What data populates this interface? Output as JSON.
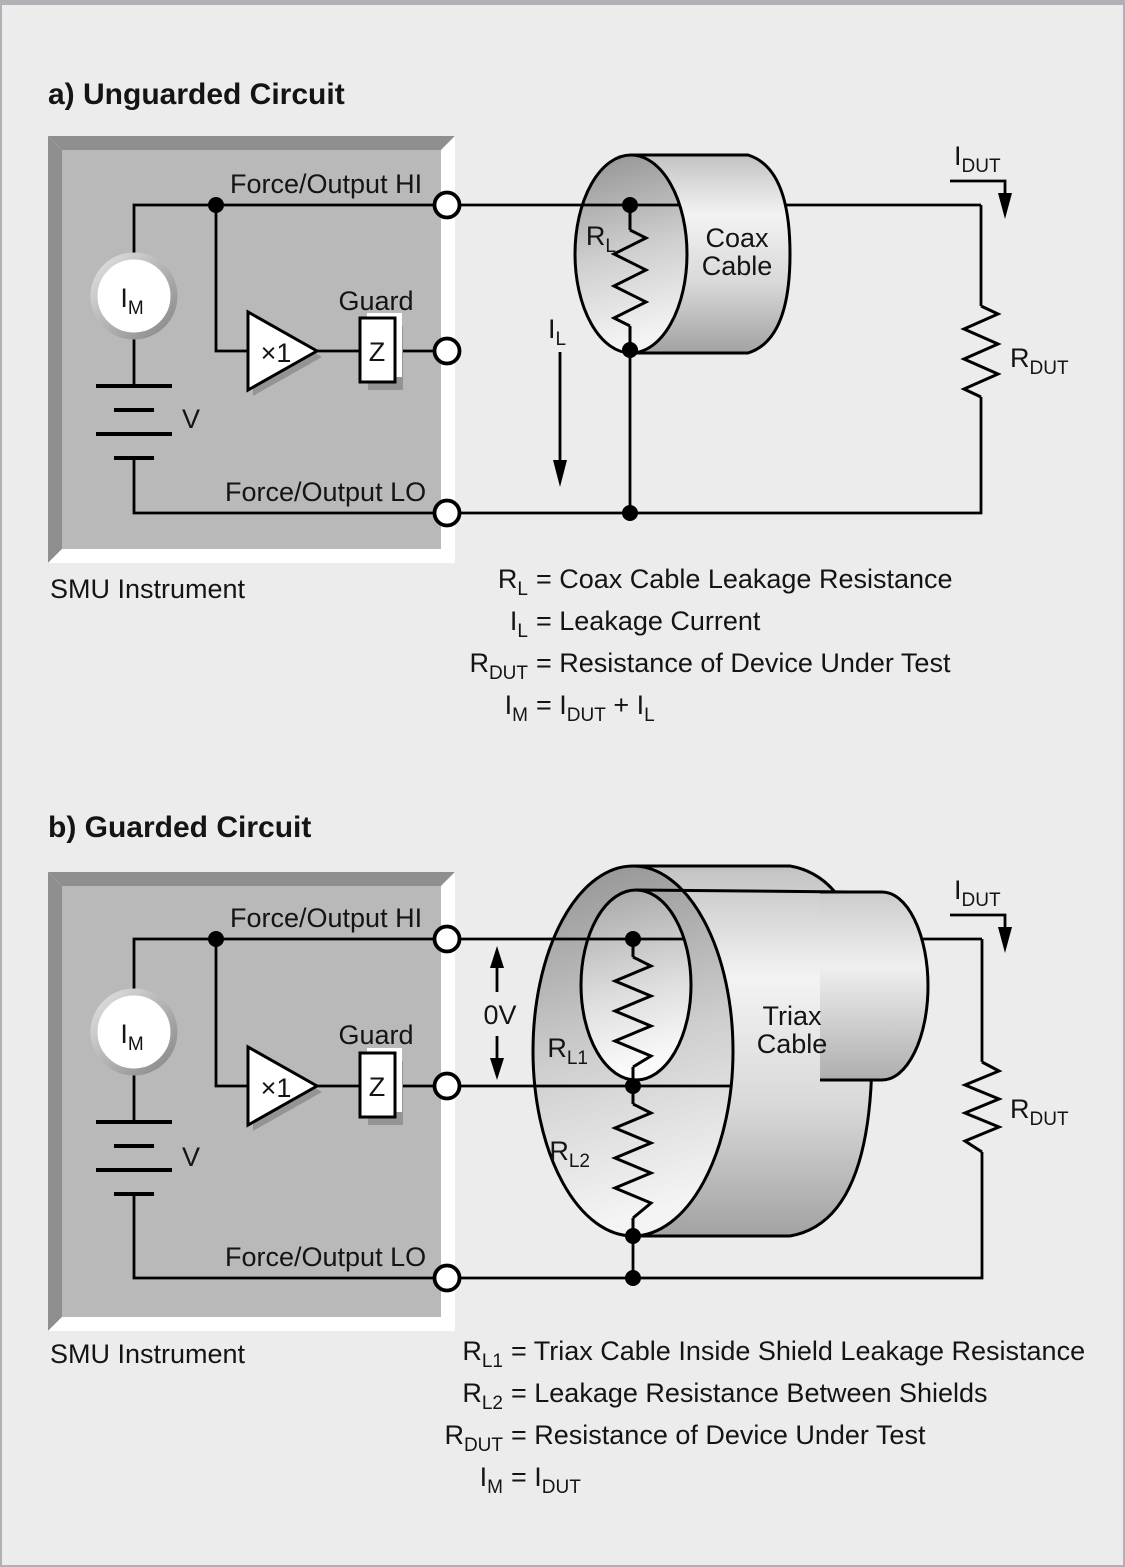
{
  "colors": {
    "page_bg": "#ececec",
    "page_border": "#b1b1b5",
    "smu_fill": "#b9b9b9",
    "smu_bevel_dark": "#8f8f8f",
    "smu_bevel_light": "#ffffff",
    "line": "#000000"
  },
  "section_a": {
    "title": "a) Unguarded Circuit",
    "smu_label": "SMU Instrument",
    "force_hi": "Force/Output HI",
    "force_lo": "Force/Output LO",
    "guard_label": "Guard",
    "amp_label": "×1",
    "z_label": "Z",
    "battery_label": "V",
    "meter": [
      {
        "t": "I"
      },
      {
        "sub": "M"
      }
    ],
    "cable_line1": "Coax",
    "cable_line2": "Cable",
    "r_leak": [
      {
        "t": "R"
      },
      {
        "sub": "L"
      }
    ],
    "i_leak": [
      {
        "t": "I"
      },
      {
        "sub": "L"
      }
    ],
    "r_dut": [
      {
        "t": "R"
      },
      {
        "sub": "DUT"
      }
    ],
    "i_dut": [
      {
        "t": "I"
      },
      {
        "sub": "DUT"
      }
    ],
    "equations": [
      {
        "lhs": [
          {
            "t": "R"
          },
          {
            "sub": "L"
          }
        ],
        "rhs": [
          {
            "t": "= Coax Cable Leakage Resistance"
          }
        ]
      },
      {
        "lhs": [
          {
            "t": "I"
          },
          {
            "sub": "L"
          }
        ],
        "rhs": [
          {
            "t": "= Leakage Current"
          }
        ]
      },
      {
        "lhs": [
          {
            "t": "R"
          },
          {
            "sub": "DUT"
          }
        ],
        "rhs": [
          {
            "t": "= Resistance of Device Under Test"
          }
        ]
      },
      {
        "lhs": [
          {
            "t": "I"
          },
          {
            "sub": "M"
          }
        ],
        "rhs": [
          {
            "t": "= I"
          },
          {
            "sub": "DUT"
          },
          {
            "t": " + I"
          },
          {
            "sub": "L"
          }
        ]
      }
    ]
  },
  "section_b": {
    "title": "b) Guarded Circuit",
    "smu_label": "SMU Instrument",
    "force_hi": "Force/Output HI",
    "force_lo": "Force/Output LO",
    "guard_label": "Guard",
    "amp_label": "×1",
    "z_label": "Z",
    "battery_label": "V",
    "zero_volts": "0V",
    "meter": [
      {
        "t": "I"
      },
      {
        "sub": "M"
      }
    ],
    "cable_line1": "Triax",
    "cable_line2": "Cable",
    "r_leak1": [
      {
        "t": "R"
      },
      {
        "sub": "L1"
      }
    ],
    "r_leak2": [
      {
        "t": "R"
      },
      {
        "sub": "L2"
      }
    ],
    "r_dut": [
      {
        "t": "R"
      },
      {
        "sub": "DUT"
      }
    ],
    "i_dut": [
      {
        "t": "I"
      },
      {
        "sub": "DUT"
      }
    ],
    "equations": [
      {
        "lhs": [
          {
            "t": "R"
          },
          {
            "sub": "L1"
          }
        ],
        "rhs": [
          {
            "t": "= Triax Cable Inside Shield Leakage Resistance"
          }
        ]
      },
      {
        "lhs": [
          {
            "t": "R"
          },
          {
            "sub": "L2"
          }
        ],
        "rhs": [
          {
            "t": "= Leakage Resistance Between Shields"
          }
        ]
      },
      {
        "lhs": [
          {
            "t": "R"
          },
          {
            "sub": "DUT"
          }
        ],
        "rhs": [
          {
            "t": "= Resistance of Device Under Test"
          }
        ]
      },
      {
        "lhs": [
          {
            "t": "I"
          },
          {
            "sub": "M"
          }
        ],
        "rhs": [
          {
            "t": "= I"
          },
          {
            "sub": "DUT"
          }
        ]
      }
    ]
  }
}
